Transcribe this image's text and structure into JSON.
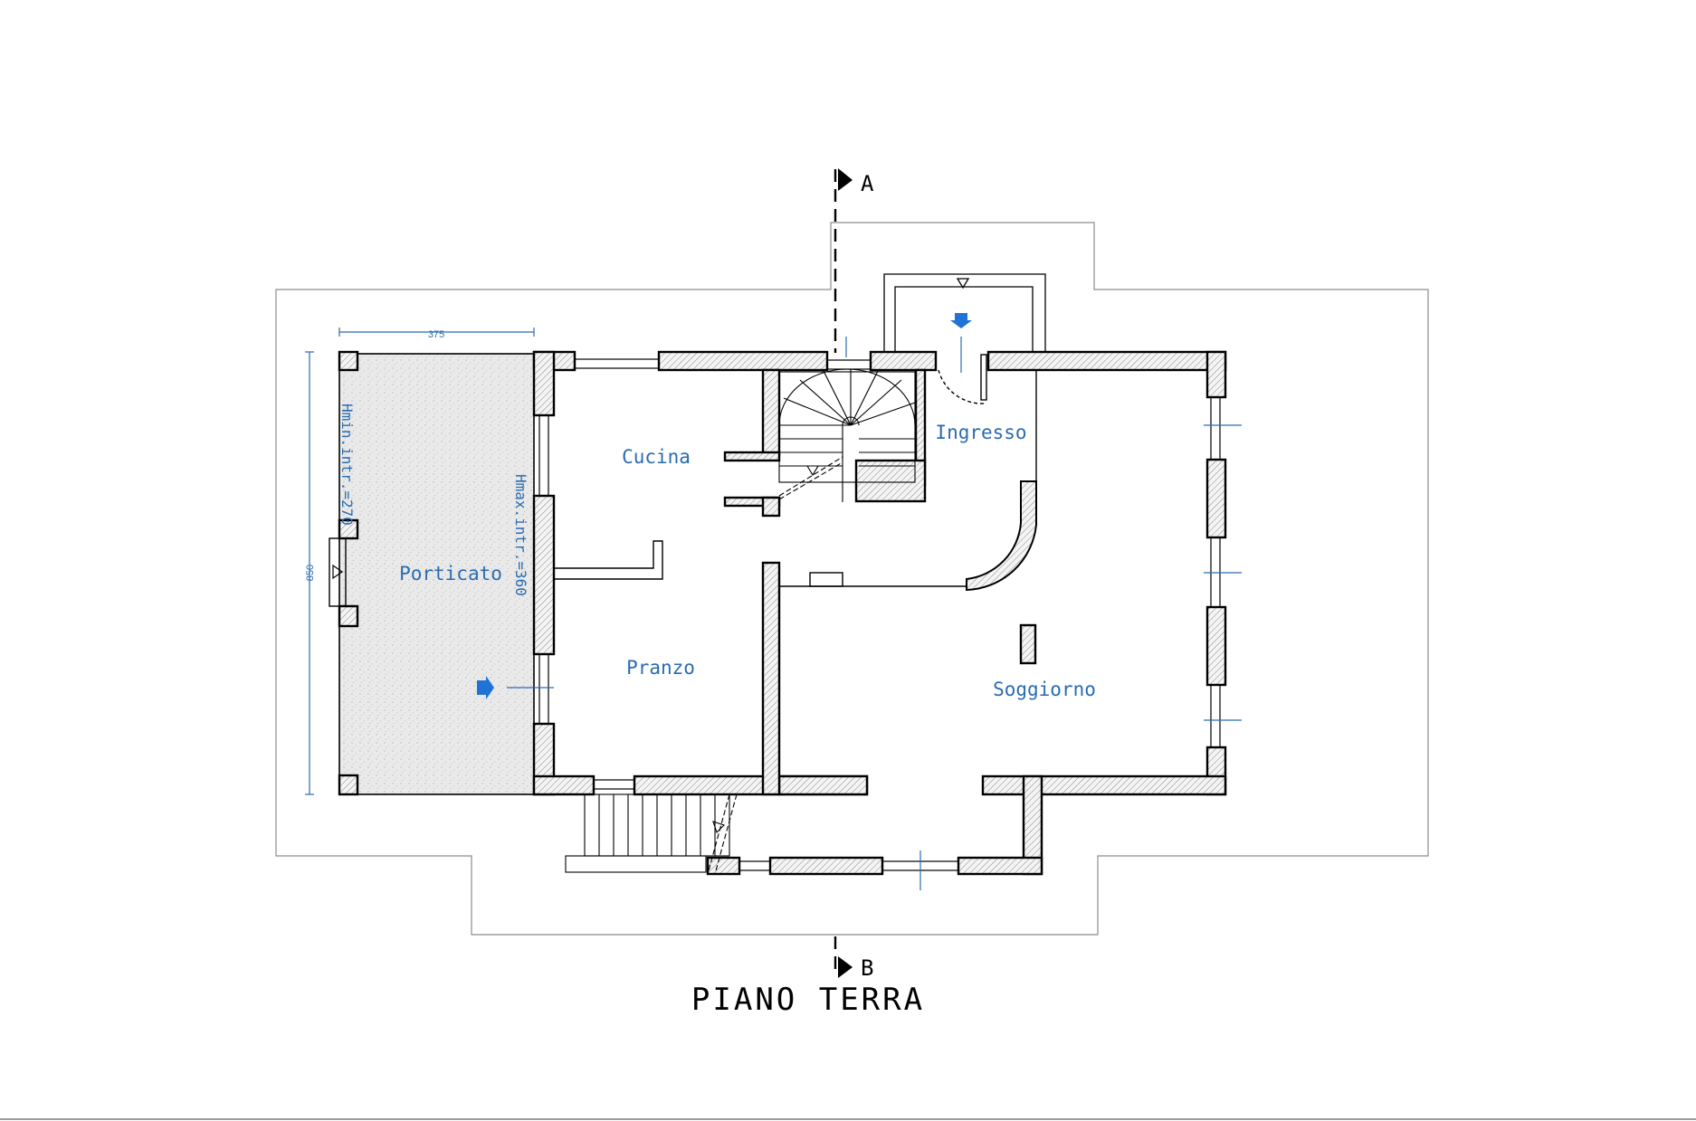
{
  "drawing": {
    "title": "PIANO TERRA",
    "section_marks": {
      "top": "A",
      "bottom": "B"
    },
    "rooms": {
      "porticato": "Porticato",
      "cucina": "Cucina",
      "pranzo": "Pranzo",
      "ingresso": "Ingresso",
      "soggiorno": "Soggiorno"
    },
    "dimensions": {
      "porch_width": "375",
      "porch_depth": "850"
    },
    "height_notes": {
      "min": "Hmin.intr.=270",
      "max": "Hmax.intr.=360"
    }
  },
  "colors": {
    "annotation": "#2b6cb0",
    "arrow": "#1f73d6",
    "line": "#000000",
    "outline": "#8c8c8c",
    "porch_fill": "#ececec"
  },
  "icons": {
    "section_arrow": "section-arrow-icon",
    "entry_arrow": "entry-arrow-icon",
    "stair": "stair-icon"
  }
}
